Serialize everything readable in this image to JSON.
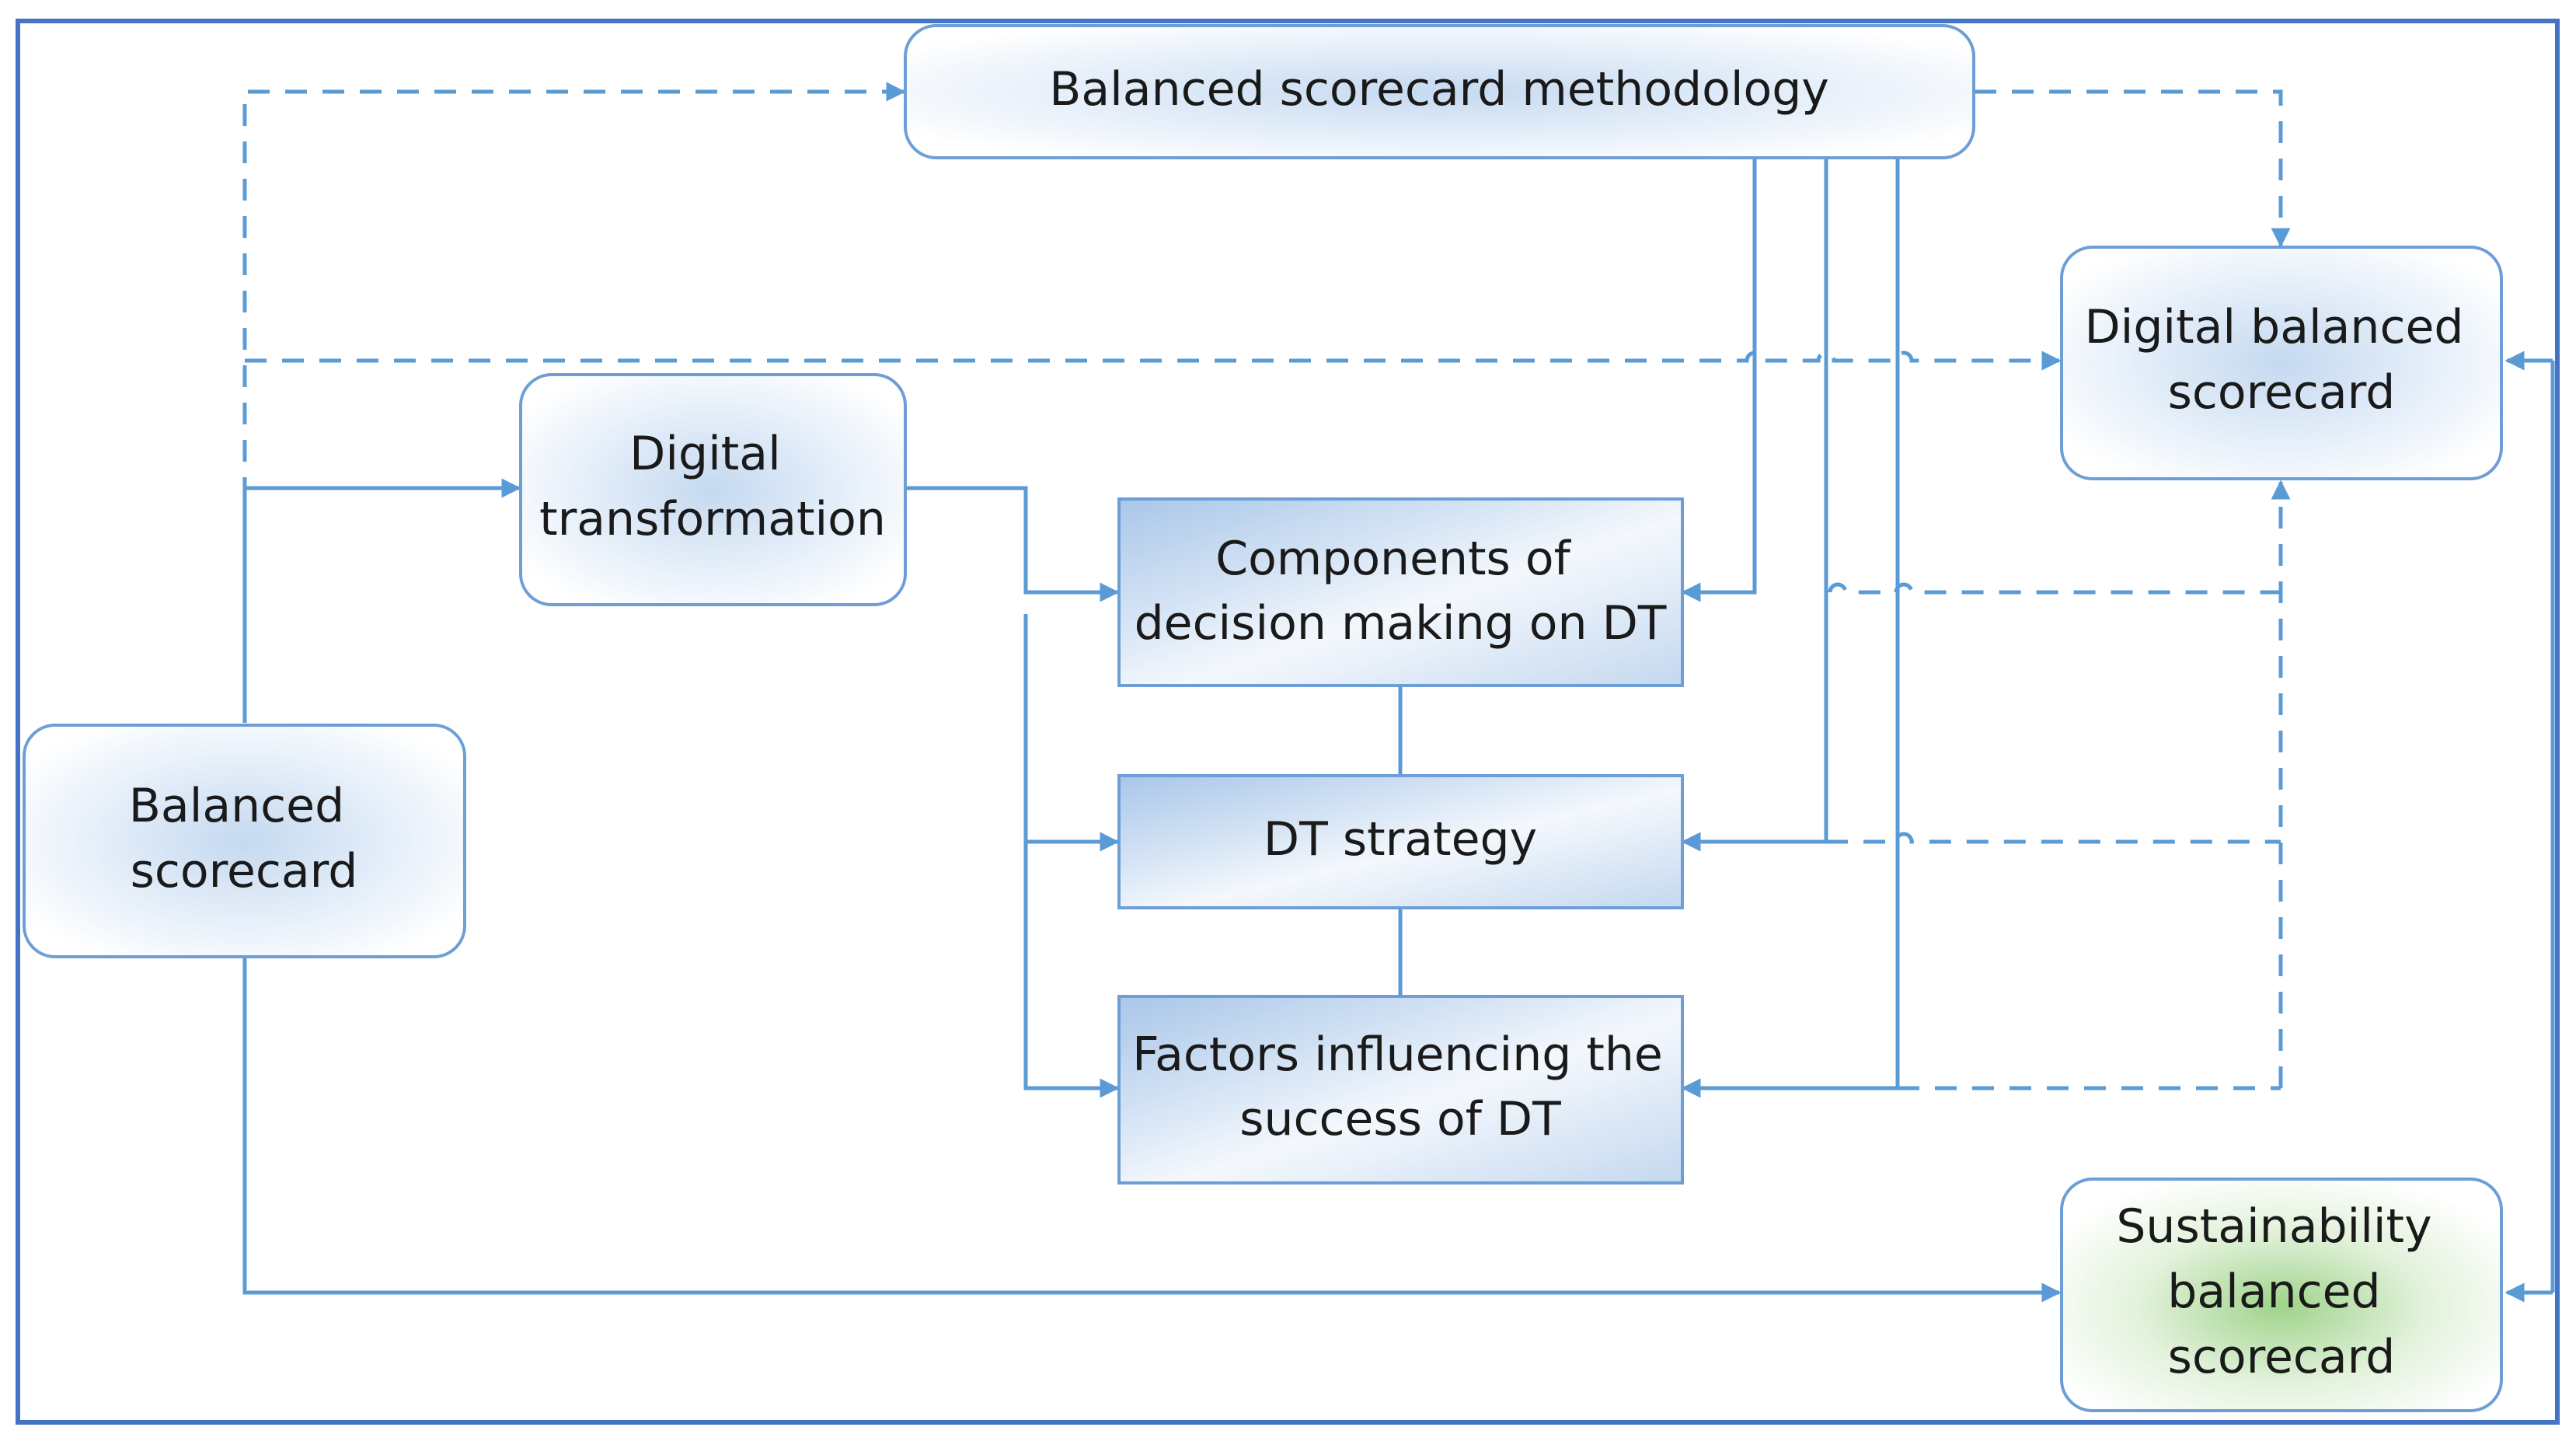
{
  "nodes": {
    "methodology": {
      "lines": [
        "Balanced scorecard methodology"
      ]
    },
    "digital_bsc": {
      "lines": [
        "Digital balanced",
        "scorecard"
      ]
    },
    "digital_transformation": {
      "lines": [
        "Digital",
        "transformation"
      ]
    },
    "components": {
      "lines": [
        "Components of",
        "decision making on DT"
      ]
    },
    "strategy": {
      "lines": [
        "DT strategy"
      ]
    },
    "factors": {
      "lines": [
        "Factors influencing the",
        "success of DT"
      ]
    },
    "balanced_scorecard": {
      "lines": [
        "Balanced",
        "scorecard"
      ]
    },
    "sustainability_bsc": {
      "lines": [
        "Sustainability",
        "balanced",
        "scorecard"
      ]
    }
  },
  "colors": {
    "frame": "#4472c4",
    "connector": "#5b9bd5",
    "box_border": "#6d9ed6",
    "box_fill": "#dfeaf6",
    "box_fill_dark": "#b6cfec",
    "sustainability_glow": "#9fd38a"
  }
}
